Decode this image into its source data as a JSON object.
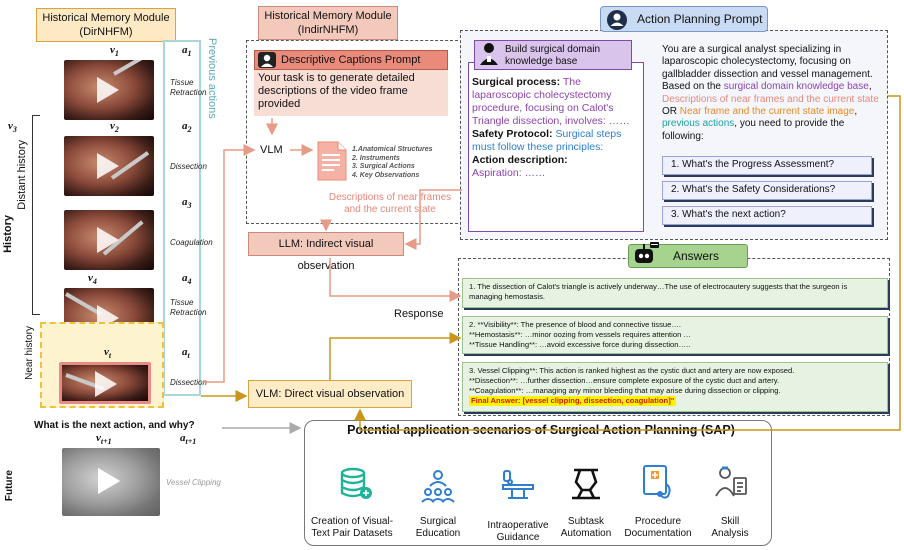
{
  "dirnhfm": {
    "title": "Historical Memory Module",
    "subtitle": "(DirNHFM)"
  },
  "indirnhfm": {
    "title": "Historical Memory Module",
    "subtitle": "(IndirNHFM)"
  },
  "frames": [
    {
      "v_base": "v",
      "v_sub": "1",
      "a_base": "a",
      "a_sub": "1",
      "action": "Tissue Retraction"
    },
    {
      "v_base": "v",
      "v_sub": "2",
      "a_base": "a",
      "a_sub": "2",
      "action": "Dissection"
    },
    {
      "v_base": "v",
      "v_sub": "3",
      "a_base": "a",
      "a_sub": "3",
      "action": "Coagulation"
    },
    {
      "v_base": "v",
      "v_sub": "4",
      "a_base": "a",
      "a_sub": "4",
      "action": "Tissue Retraction"
    },
    {
      "v_base": "v",
      "v_sub": "t",
      "a_base": "a",
      "a_sub": "t",
      "action": "Dissection"
    }
  ],
  "previous_actions": "Previous actions",
  "history_label": "History",
  "distant_history": "Distant history",
  "near_history": "Near history",
  "future_label": "Future",
  "future_frame": {
    "v_base": "v",
    "v_sub": "t+1",
    "a_base": "a",
    "a_sub": "t+1",
    "action": "Vessel Clipping"
  },
  "question": "What is the next action, and why?",
  "descriptive": {
    "header": "Descriptive Captions Prompt",
    "body": "Your task is to generate detailed descriptions of the video frame provided",
    "list": [
      "1.Anatomical Structures",
      "2. Instruments",
      "3. Surgical Actions",
      "4. Key Observations"
    ],
    "output": "Descriptions of near frames and the current state"
  },
  "vlm_label": "VLM",
  "llm_label": "LLM: Indirect visual observation",
  "vlm_direct": "VLM: Direct visual observation",
  "response_label": "Response",
  "action_planning": {
    "title": "Action Planning Prompt",
    "kb_title": "Build surgical domain knowledge base",
    "process_label": "Surgical process:",
    "process_text": "The laparoscopic cholecystectomy procedure, focusing on Calot's Triangle dissection, involves: ……",
    "safety_label": "Safety Protocol:",
    "safety_text": "Surgical steps must follow these principles:",
    "action_label": "Action description:",
    "action_text": "Aspiration: ……",
    "analyst_1": "You are a surgical analyst specializing in laparoscopic cholecystectomy, focusing on gallbladder dissection and vessel management. Based on the ",
    "analyst_kb": "surgical domain knowledge base",
    "analyst_comma": ", ",
    "analyst_desc": "Descriptions of near frames and the current state",
    "analyst_or": " OR ",
    "analyst_img": "Near frame and the current state image",
    "analyst_comma2": ", ",
    "analyst_prev": "previous actions",
    "analyst_end": ", you need to provide the following:",
    "questions": [
      "1. What's the Progress Assessment?",
      "2. What's the Safety Considerations?",
      "3. What's the next action?"
    ]
  },
  "answers": {
    "title": "Answers",
    "a1": "1. The dissection of Calot's triangle is actively underway…The use of electrocautery suggests that the surgeon is managing hemostasis.",
    "a2_1": "2. **Visibility**: The presence of blood and connective tissue….",
    "a2_2": "**Hemostasis**: …minor oozing from vessels requires attention …",
    "a2_3": "**Tissue Handling**: …avoid excessive force during dissection…..",
    "a3_1": "3. Vessel Clipping**: This action is ranked highest as the cystic duct and artery are now exposed.",
    "a3_2": "**Dissection**: …further dissection…ensure complete exposure of the cystic duct and artery.",
    "a3_3": "**Coagulation**: …managing any minor bleeding that may arise during dissection or clipping.",
    "final": "Final Answer: [vessel clipping, dissection, coagulation]\""
  },
  "applications": {
    "title": "Potential application scenarios of Surgical Action Planning (SAP)",
    "items": [
      {
        "icon": "database-icon",
        "l1": "Creation of Visual-",
        "l2": "Text Pair Datasets"
      },
      {
        "icon": "education-icon",
        "l1": "Surgical",
        "l2": "Education"
      },
      {
        "icon": "operating-bed-icon",
        "l1": "Intraoperative",
        "l2": "Guidance"
      },
      {
        "icon": "robot-arm-icon",
        "l1": "Subtask",
        "l2": "Automation"
      },
      {
        "icon": "document-icon",
        "l1": "Procedure",
        "l2": "Documentation"
      },
      {
        "icon": "skill-icon",
        "l1": "Skill",
        "l2": "Analysis"
      }
    ]
  },
  "colors": {
    "orange_box": "#fde9c3",
    "orange_border": "#e0a23a",
    "salmon": "#f3c9bb",
    "salmon_header": "#e98a7a",
    "purple": "#8e44ad",
    "blue": "#2c7fd1",
    "orange_text": "#e8891f",
    "teal": "#1aa3a3",
    "green": "#93c47d",
    "arrow_salmon": "#e79b86",
    "arrow_gold": "#c9951a",
    "teal_box": "#a9d6d8"
  }
}
